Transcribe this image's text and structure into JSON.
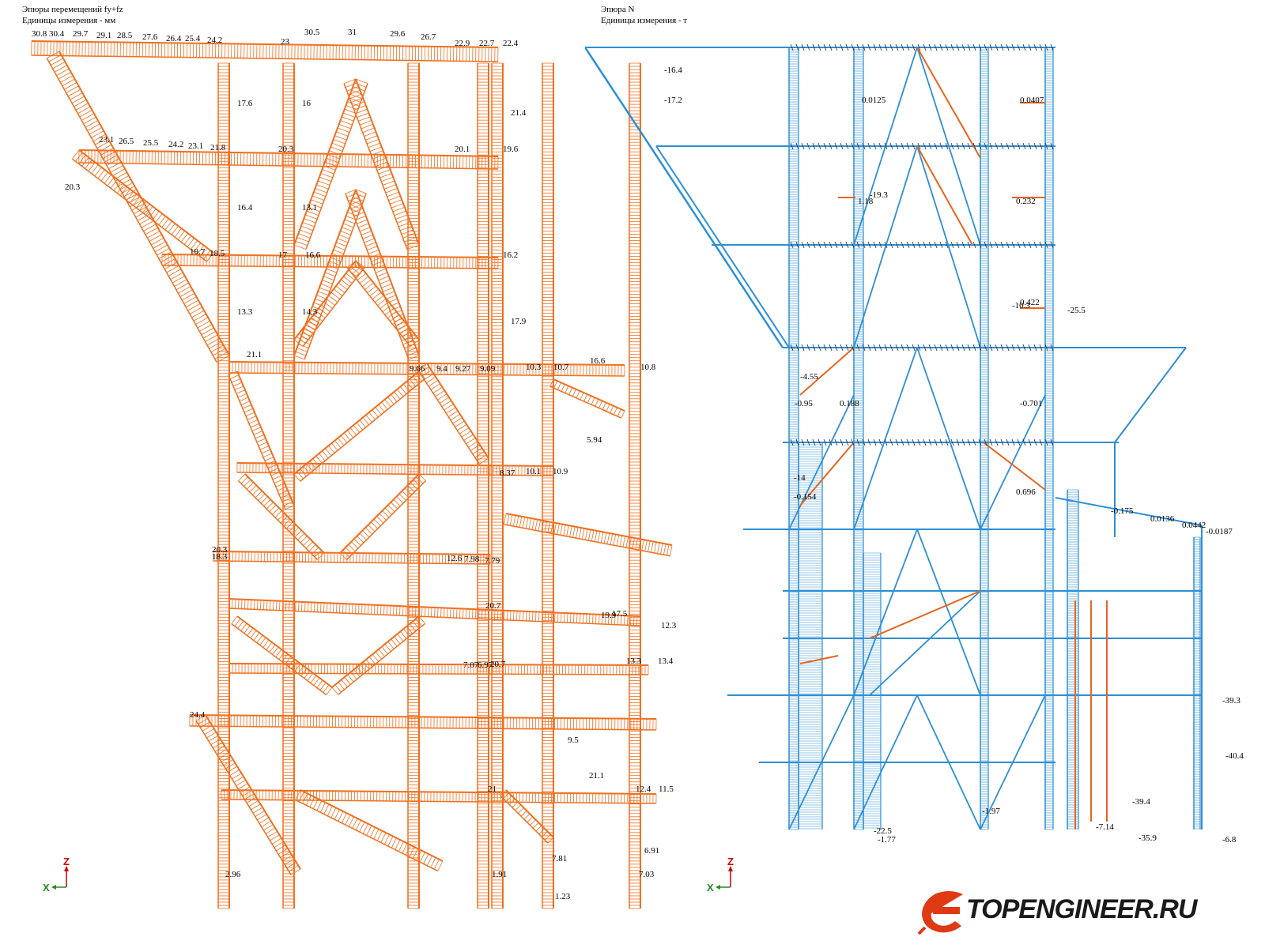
{
  "left": {
    "title": "Эпюры перемещений fy+fz",
    "units": "Единицы измерения - мм",
    "color": "#f07020",
    "labels": [
      [
        "30.8",
        40,
        46
      ],
      [
        "30.4",
        62,
        46
      ],
      [
        "29.7",
        92,
        46
      ],
      [
        "29.1",
        122,
        48
      ],
      [
        "28.5",
        148,
        48
      ],
      [
        "27.6",
        180,
        50
      ],
      [
        "26.4",
        210,
        52
      ],
      [
        "25.4",
        234,
        52
      ],
      [
        "24.2",
        262,
        54
      ],
      [
        "23",
        355,
        56
      ],
      [
        "22.9",
        575,
        58
      ],
      [
        "22.7",
        606,
        58
      ],
      [
        "22.4",
        636,
        58
      ],
      [
        "29.6",
        493,
        46
      ],
      [
        "26.7",
        532,
        50
      ],
      [
        "31",
        440,
        44
      ],
      [
        "30.5",
        385,
        44
      ],
      [
        "20.3",
        82,
        240
      ],
      [
        "23.1",
        125,
        180
      ],
      [
        "26.5",
        150,
        182
      ],
      [
        "25.5",
        181,
        184
      ],
      [
        "24.2",
        213,
        186
      ],
      [
        "23.1",
        238,
        188
      ],
      [
        "21.8",
        266,
        190
      ],
      [
        "20.3",
        352,
        192
      ],
      [
        "20.1",
        575,
        192
      ],
      [
        "19.6",
        636,
        192
      ],
      [
        "19.7",
        240,
        322
      ],
      [
        "18.5",
        265,
        324
      ],
      [
        "17",
        352,
        326
      ],
      [
        "16.6",
        386,
        326
      ],
      [
        "16.2",
        636,
        326
      ],
      [
        "17.6",
        300,
        134
      ],
      [
        "16",
        382,
        134
      ],
      [
        "16.4",
        300,
        266
      ],
      [
        "13.1",
        382,
        266
      ],
      [
        "13.3",
        300,
        398
      ],
      [
        "14.3",
        382,
        398
      ],
      [
        "21.4",
        646,
        146
      ],
      [
        "17.9",
        646,
        410
      ],
      [
        "10.3",
        665,
        468
      ],
      [
        "10.7",
        700,
        468
      ],
      [
        "10.8",
        810,
        468
      ],
      [
        "9.66",
        518,
        470
      ],
      [
        "9.4",
        552,
        470
      ],
      [
        "9.27",
        576,
        470
      ],
      [
        "9.09",
        607,
        470
      ],
      [
        "10.1",
        665,
        600
      ],
      [
        "10.9",
        699,
        600
      ],
      [
        "8.37",
        632,
        602
      ],
      [
        "12.6",
        565,
        710
      ],
      [
        "7.98",
        587,
        711
      ],
      [
        "7.79",
        613,
        713
      ],
      [
        "20.7",
        614,
        770
      ],
      [
        "17.5",
        774,
        780
      ],
      [
        "20.7",
        620,
        844
      ],
      [
        "7.07",
        586,
        845
      ],
      [
        "6.97",
        604,
        845
      ],
      [
        "13.3",
        792,
        840
      ],
      [
        "13.4",
        832,
        840
      ],
      [
        "9.5",
        718,
        940
      ],
      [
        "21.1",
        745,
        985
      ],
      [
        "21",
        617,
        1002
      ],
      [
        "12.4",
        804,
        1002
      ],
      [
        "11.5",
        833,
        1002
      ],
      [
        "6.91",
        815,
        1080
      ],
      [
        "7.03",
        808,
        1110
      ],
      [
        "2.96",
        285,
        1110
      ],
      [
        "1.91",
        622,
        1110
      ],
      [
        "7.81",
        698,
        1090
      ],
      [
        "1.23",
        702,
        1138
      ],
      [
        "24.4",
        240,
        908
      ],
      [
        "20.3",
        268,
        699
      ],
      [
        "18.3",
        268,
        708
      ],
      [
        "21.1",
        312,
        452
      ],
      [
        "16.6",
        746,
        460
      ],
      [
        "5.94",
        742,
        560
      ],
      [
        "19.9",
        760,
        782
      ],
      [
        "12.3",
        836,
        795
      ]
    ]
  },
  "right": {
    "title": "Эпюра N",
    "units": "Единицы измерения - т",
    "blue": "#2d8fd6",
    "orange": "#e8641e",
    "labels": [
      [
        "-16.4",
        840,
        92
      ],
      [
        "-17.2",
        840,
        130
      ],
      [
        "0.0125",
        1090,
        130
      ],
      [
        "0.0407",
        1290,
        130
      ],
      [
        "-19.3",
        1100,
        250
      ],
      [
        "1.18",
        1085,
        258
      ],
      [
        "0.232",
        1285,
        258
      ],
      [
        "-10.3",
        1280,
        390
      ],
      [
        "-25.5",
        1350,
        396
      ],
      [
        "0.422",
        1290,
        386
      ],
      [
        "-4.55",
        1012,
        480
      ],
      [
        "-0.95",
        1005,
        514
      ],
      [
        "0.188",
        1062,
        514
      ],
      [
        "-0.701",
        1290,
        514
      ],
      [
        "-14",
        1004,
        608
      ],
      [
        "-0.154",
        1004,
        632
      ],
      [
        "0.696",
        1285,
        626
      ],
      [
        "-0.175",
        1405,
        650
      ],
      [
        "0.0136",
        1455,
        660
      ],
      [
        "0.0442",
        1495,
        668
      ],
      [
        "-0.0187",
        1525,
        676
      ],
      [
        "-39.4",
        1432,
        1018
      ],
      [
        "-40.4",
        1550,
        960
      ],
      [
        "-39.3",
        1546,
        890
      ],
      [
        "-22.5",
        1105,
        1055
      ],
      [
        "-1.77",
        1110,
        1066
      ],
      [
        "-1.97",
        1242,
        1030
      ],
      [
        "-7.14",
        1386,
        1050
      ],
      [
        "-6.8",
        1546,
        1066
      ],
      [
        "-35.9",
        1440,
        1064
      ]
    ]
  },
  "axes": {
    "z": "Z",
    "x": "X"
  },
  "logo": {
    "text": "TOPENGINEER.RU"
  }
}
